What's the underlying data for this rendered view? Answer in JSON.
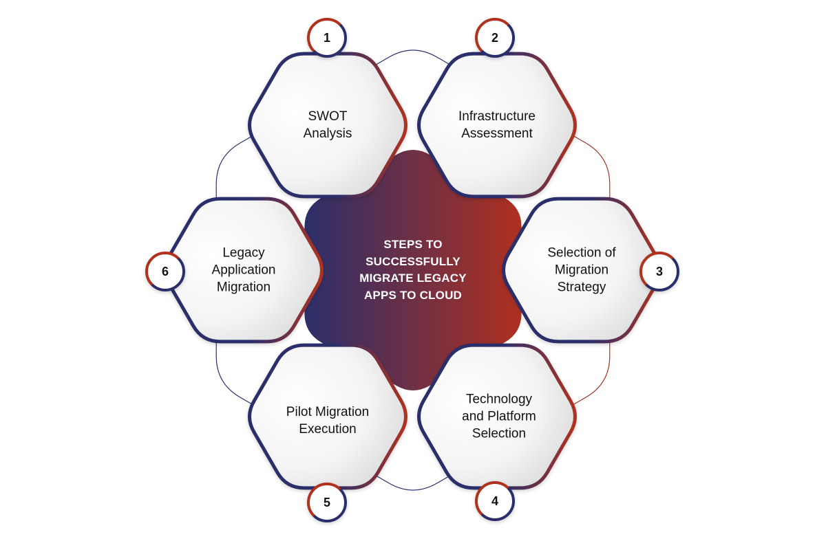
{
  "center": {
    "lines": [
      "STEPS TO",
      "SUCCESSFULLY",
      "MIGRATE LEGACY",
      "APPS TO CLOUD"
    ]
  },
  "colors": {
    "navy": "#2b2f6b",
    "red": "#b0301f"
  },
  "steps": [
    {
      "number": "1",
      "lines": [
        "SWOT",
        "Analysis"
      ]
    },
    {
      "number": "2",
      "lines": [
        "Infrastructure",
        "Assessment"
      ]
    },
    {
      "number": "3",
      "lines": [
        "Selection of",
        "Migration",
        "Strategy"
      ]
    },
    {
      "number": "4",
      "lines": [
        "Technology",
        "and Platform",
        "Selection"
      ]
    },
    {
      "number": "5",
      "lines": [
        "Pilot Migration",
        "Execution"
      ]
    },
    {
      "number": "6",
      "lines": [
        "Legacy",
        "Application",
        "Migration"
      ]
    }
  ]
}
